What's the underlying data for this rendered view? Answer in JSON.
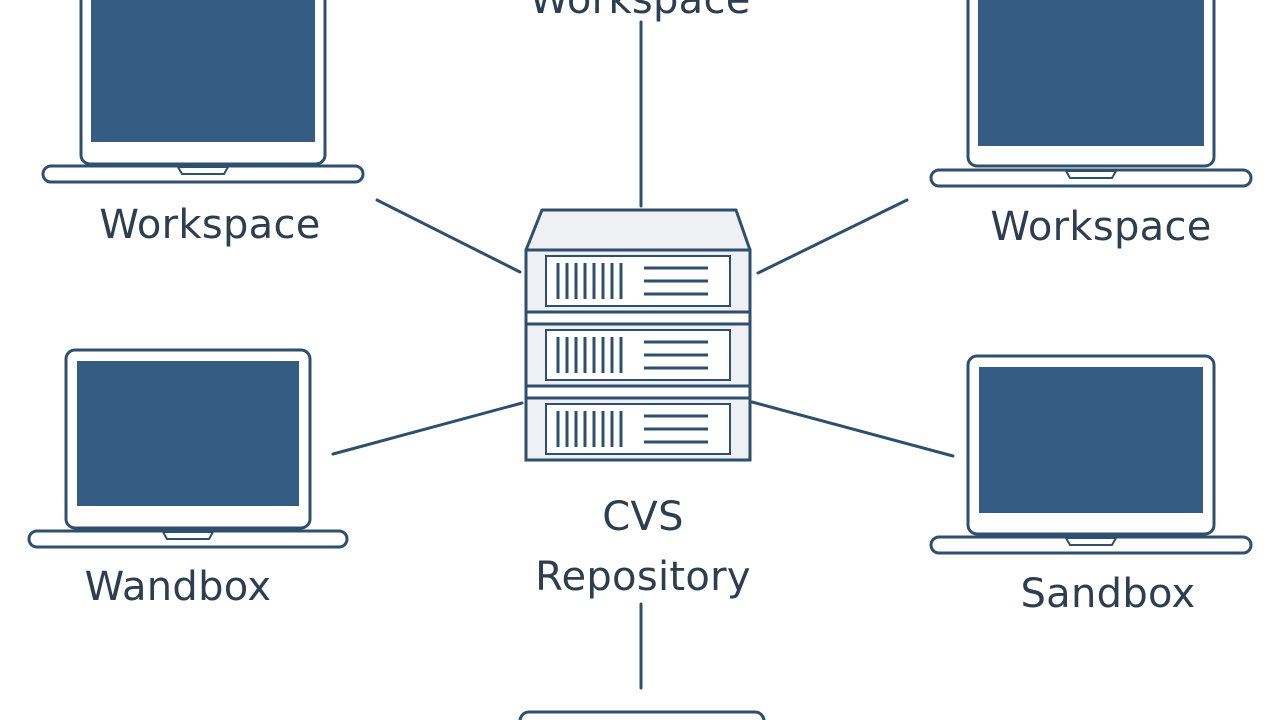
{
  "diagram": {
    "colors": {
      "stroke": "#2f4f6e",
      "screen": "#355c82",
      "server_fill": "#eef0f3",
      "text": "#2d3e50"
    },
    "nodes": {
      "top": {
        "label": "Workspace",
        "icon": "laptop-icon"
      },
      "workspace_left": {
        "label": "Workspace",
        "icon": "laptop-icon"
      },
      "workspace_right": {
        "label": "Workspace",
        "icon": "laptop-icon"
      },
      "wandbox": {
        "label": "Wandbox",
        "icon": "laptop-icon"
      },
      "sandbox": {
        "label": "Sandbox",
        "icon": "laptop-icon"
      },
      "bottom": {
        "label": "",
        "icon": "laptop-icon"
      },
      "repository": {
        "line1": "CVS",
        "line2": "Repository",
        "icon": "server-rack-icon"
      }
    }
  }
}
